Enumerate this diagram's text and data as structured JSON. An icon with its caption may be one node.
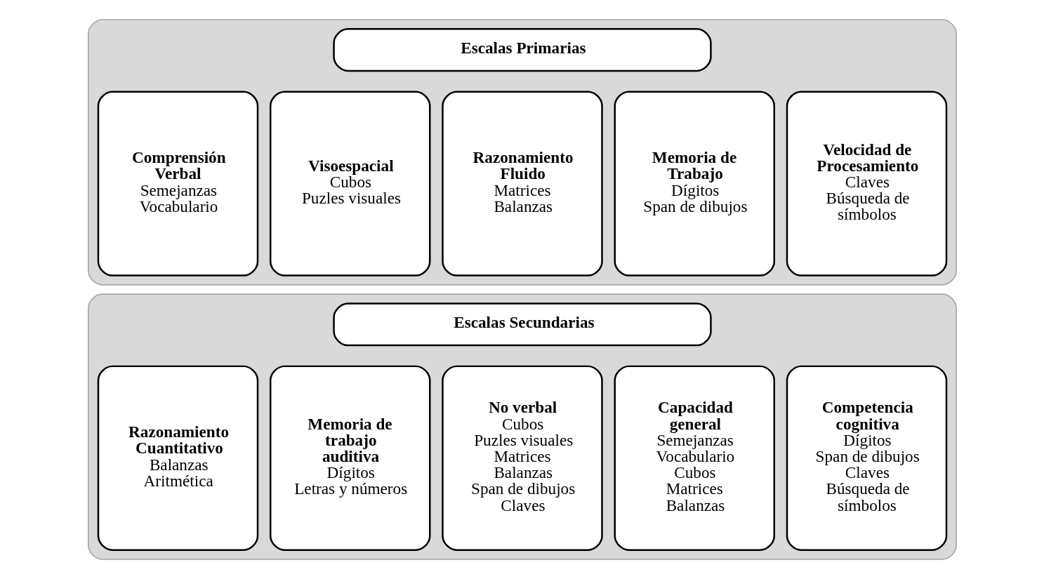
{
  "diagram": {
    "nodes": [
      {
        "text": [],
        "shape": "box"
      },
      {
        "text": [
          "Escalas Primarias"
        ],
        "in": 0
      },
      {
        "text": [
          "Comprensión Verbal",
          "Semejanzas",
          "Vocabulario"
        ],
        "in": 0
      },
      {
        "text": [
          "Visoespacial",
          "Cubos",
          "Puzles visuales"
        ],
        "in": 0
      },
      {
        "text": [
          "Razonamiento Fluido",
          "Matrices",
          "Balanzas"
        ],
        "in": 0
      },
      {
        "text": [
          "Memoria de Trabajo",
          "Dígitos",
          "Span de dibujos"
        ],
        "in": 0
      },
      {
        "text": [
          "Velocidad de Procesamiento",
          "Claves",
          "Búsqueda de símbolos"
        ],
        "in": 0
      },
      {
        "text": [],
        "shape": "box"
      },
      {
        "text": [
          "Escalas Secundarias"
        ],
        "in": 7
      },
      {
        "text": [
          "Razonamiento Cuantitativo",
          "Balanzas",
          "Aritmética"
        ],
        "in": 7
      },
      {
        "text": [
          "Memoria de trabajo auditiva",
          "Dígitos",
          "Letras y números"
        ],
        "in": 7
      },
      {
        "text": [
          "No verbal",
          "Cubos",
          "Puzles visuales",
          "Matrices",
          "Balanzas",
          "Span de dibujos",
          "Claves"
        ],
        "in": 7
      },
      {
        "text": [
          "Capacidad general",
          "Semejanzas",
          "Vocabulario",
          "Cubos",
          "Matrices",
          "Balanzas"
        ],
        "in": 7
      },
      {
        "text": [
          "Competencia cognitiva",
          "Dígitos",
          "Span de dibujos",
          "Claves",
          "Búsqueda de símbolos"
        ],
        "in": 7
      }
    ],
    "edges": []
  }
}
